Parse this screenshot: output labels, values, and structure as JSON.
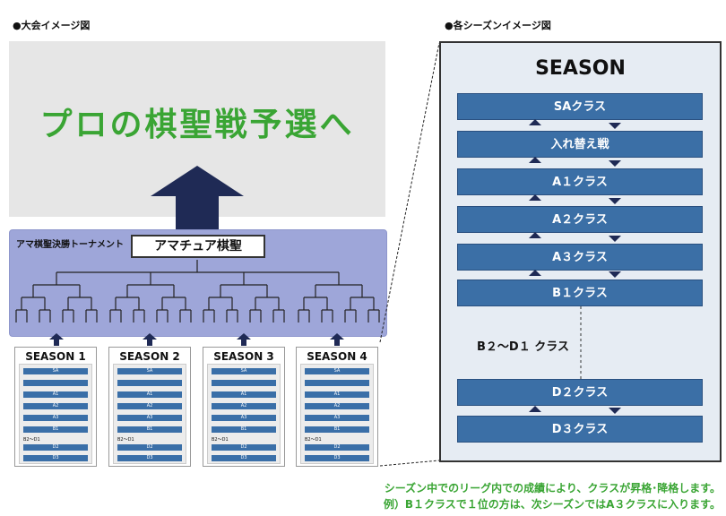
{
  "left_caption": "●大会イメージ図",
  "right_caption": "●各シーズンイメージ図",
  "main_title": "プロの棋聖戦予選へ",
  "tournament_label": "アマ棋聖決勝トーナメント",
  "amateur_label": "アマチュア棋聖",
  "seasons": [
    "SEASON 1",
    "SEASON 2",
    "SEASON 3",
    "SEASON 4"
  ],
  "mini_classes": [
    "SA",
    "",
    "A1",
    "A2",
    "A3",
    "B1",
    "B2～D1",
    "D2",
    "D3"
  ],
  "panel_title": "SEASON",
  "classes_upper": [
    "SAクラス",
    "入れ替え戦",
    "A１クラス",
    "A２クラス",
    "A３クラス",
    "B１クラス"
  ],
  "middle_label": "B２～D１ クラス",
  "classes_lower": [
    "D２クラス",
    "D３クラス"
  ],
  "footer_line1": "シーズン中でのリーグ内での成績により、クラスが昇格･降格します。",
  "footer_line2": "例）B１クラスで１位の方は、次シーズンではA３クラスに入ります。",
  "colors": {
    "green": "#3aa534",
    "navy": "#1f2a55",
    "class_blue": "#3b6fa6",
    "purple_bg": "#9ea6d9"
  }
}
